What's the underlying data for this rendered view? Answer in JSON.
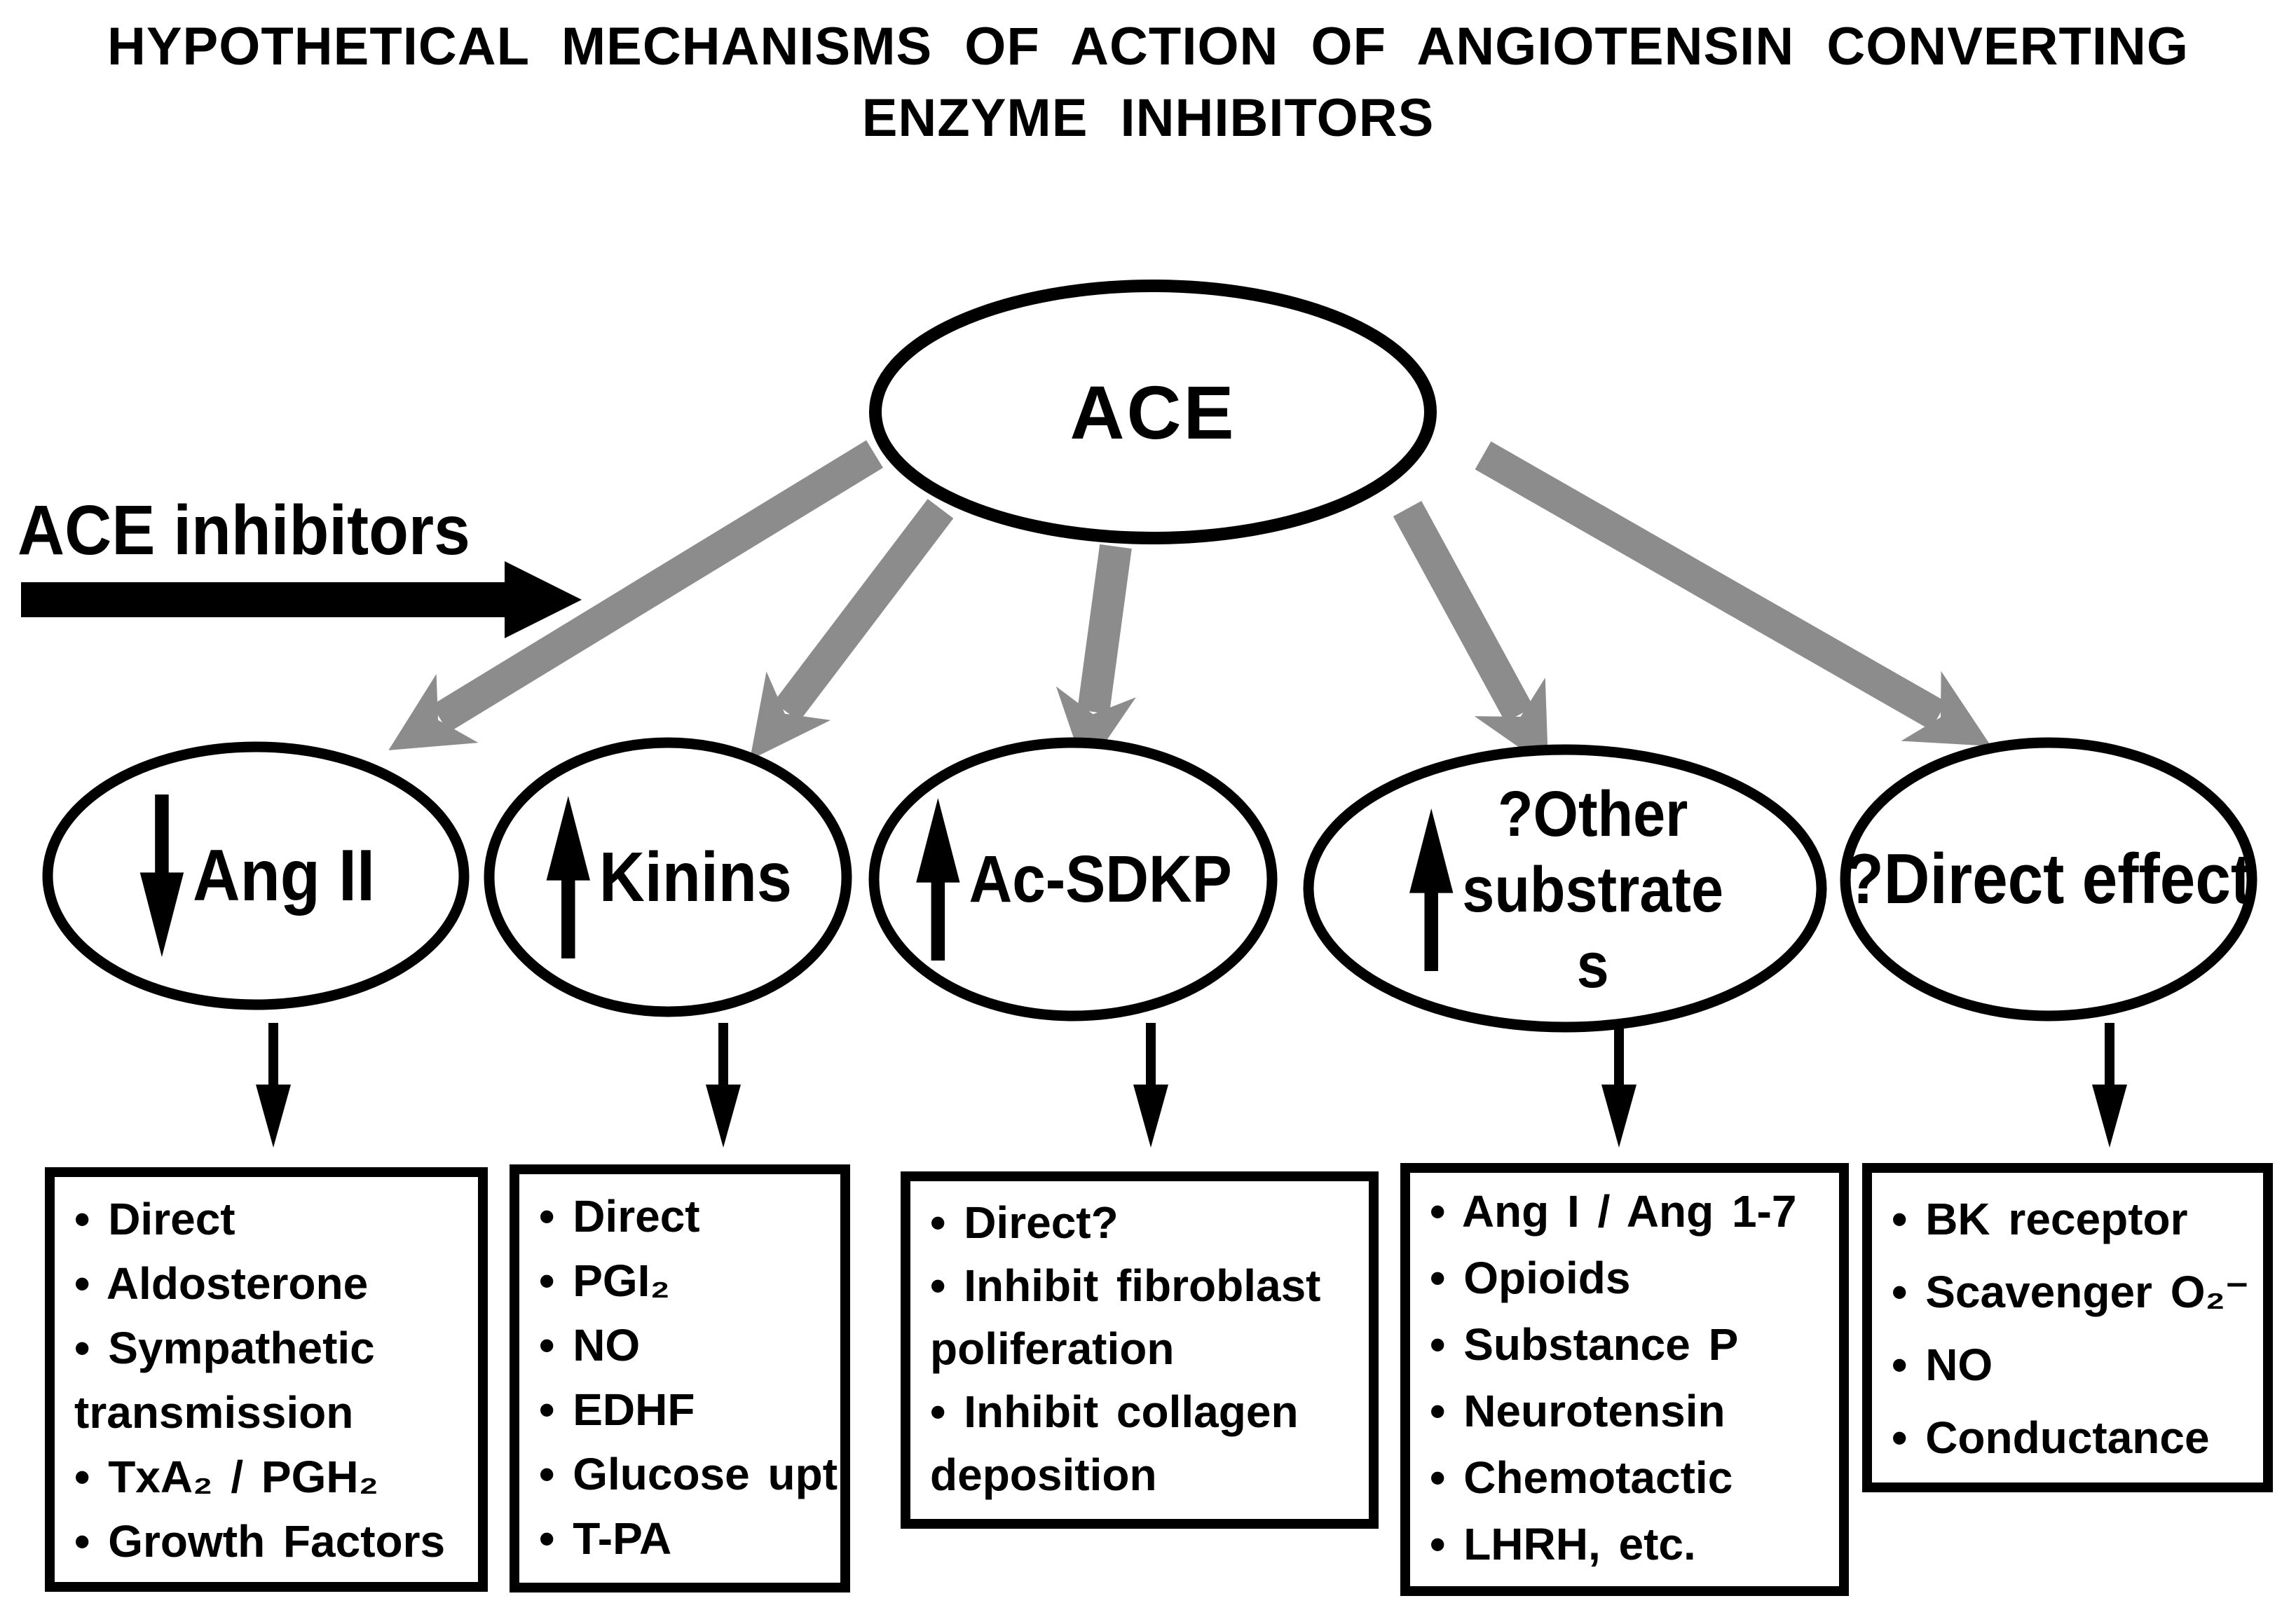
{
  "title": {
    "line1": "HYPOTHETICAL MECHANISMS OF ACTION OF ANGIOTENSIN CONVERTING",
    "line2": "ENZYME INHIBITORS"
  },
  "inhibitor": {
    "label": "ACE inhibitors"
  },
  "center": {
    "label": "ACE"
  },
  "nodes": [
    {
      "label": "Ang II",
      "arrow": "down"
    },
    {
      "label": "Kinins",
      "arrow": "up"
    },
    {
      "label": "Ac-SDKP",
      "arrow": "up"
    },
    {
      "lines": [
        "?Other",
        "substrate",
        "s"
      ],
      "arrow": "up"
    },
    {
      "label": "?Direct effect",
      "arrow": "none"
    }
  ],
  "boxes": [
    {
      "lines": [
        "• Direct",
        "• Aldosterone",
        "• Sympathetic",
        "transmission",
        "• TxA₂ / PGH₂",
        "• Growth Factors"
      ]
    },
    {
      "lines": [
        "• Direct",
        "• PGI₂",
        "• NO",
        "• EDHF",
        "• Glucose upt.",
        "• T-PA"
      ]
    },
    {
      "lines": [
        "• Direct?",
        "• Inhibit fibroblast",
        "poliferation",
        "• Inhibit collagen",
        "deposition"
      ]
    },
    {
      "lines": [
        "• Ang I / Ang 1-7",
        "• Opioids",
        "• Substance P",
        "• Neurotensin",
        "• Chemotactic",
        "• LHRH, etc."
      ]
    },
    {
      "lines": [
        "• BK receptor",
        "• Scavenger O₂⁻",
        "• NO",
        "• Conductance"
      ]
    }
  ],
  "colors": {
    "ink": "#000000",
    "arrow_gray": "#8c8c8c",
    "background": "#ffffff"
  }
}
